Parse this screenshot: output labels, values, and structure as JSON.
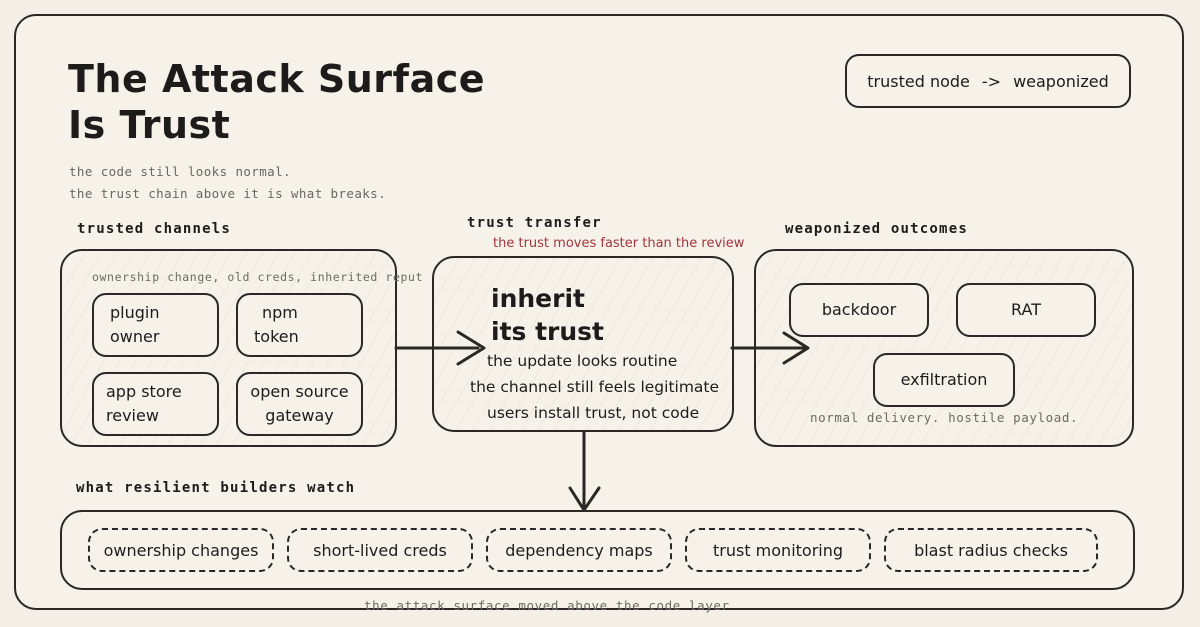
{
  "title_line1": "The Attack Surface",
  "title_line2": "Is Trust",
  "subtitle": [
    "the code still looks normal.",
    "the trust chain above it is what breaks."
  ],
  "legend": {
    "from": "trusted node",
    "arrow": "->",
    "to": "weaponized"
  },
  "trusted_channels": {
    "label": "trusted channels",
    "note": "ownership change, old creds, inherited reput",
    "items": [
      {
        "line1": "plugin",
        "line2": "owner"
      },
      {
        "line1": "npm",
        "line2": "token"
      },
      {
        "line1": "app store",
        "line2": "review"
      },
      {
        "line1": "open source",
        "line2": "gateway"
      }
    ]
  },
  "trust_transfer": {
    "label": "trust transfer",
    "note": "the trust moves faster than the review",
    "headline1": "inherit",
    "headline2": "its trust",
    "lines": [
      "the update looks routine",
      "the channel still feels legitimate",
      "users install trust, not code"
    ]
  },
  "weaponized_outcomes": {
    "label": "weaponized outcomes",
    "items": [
      "backdoor",
      "RAT",
      "exfiltration"
    ],
    "note": "normal delivery. hostile payload."
  },
  "watch": {
    "label": "what resilient builders watch",
    "items": [
      "ownership changes",
      "short-lived creds",
      "dependency maps",
      "trust monitoring",
      "blast radius checks"
    ]
  },
  "footer": "the attack surface moved above the code layer",
  "colors": {
    "background": "#f3efe6",
    "ink": "#1e1c1a",
    "accent": "#a2353c",
    "muted": "#6f6a62"
  }
}
